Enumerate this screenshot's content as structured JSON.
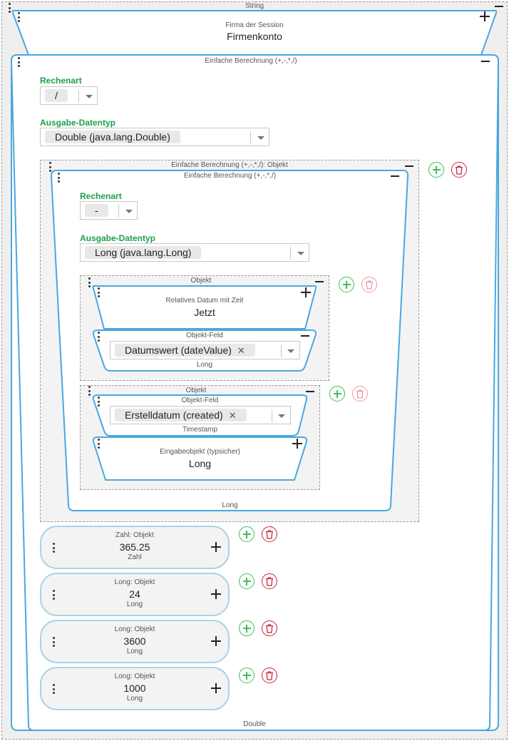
{
  "root": {
    "label": "String",
    "session": {
      "caption": "Firma der Session",
      "value": "Firmenkonto"
    },
    "calc": {
      "label": "Einfache Berechnung (+,-,*,/)",
      "footer": "Double",
      "rechenart_label": "Rechenart",
      "rechenart_value": "/",
      "datatype_label": "Ausgabe-Datentyp",
      "datatype_value": "Double (java.lang.Double)",
      "objekt_wrap": {
        "label": "Einfache Berechnung (+,-,*,/): Objekt",
        "inner": {
          "label": "Einfache Berechnung (+,-,*,/)",
          "footer": "Long",
          "rechenart_label": "Rechenart",
          "rechenart_value": "-",
          "datatype_label": "Ausgabe-Datentyp",
          "datatype_value": "Long (java.lang.Long)",
          "obj1": {
            "label": "Objekt",
            "date_caption": "Relatives Datum mit Zeit",
            "date_value": "Jetzt",
            "field_label": "Objekt-Feld",
            "field_value": "Datumswert (dateValue)",
            "field_type": "Long"
          },
          "obj2": {
            "label": "Objekt",
            "field_label": "Objekt-Feld",
            "field_value": "Erstelldatum (created)",
            "field_type": "Timestamp",
            "input_caption": "Eingabeobjekt (typsicher)",
            "input_value": "Long"
          }
        }
      },
      "pills": [
        {
          "caption": "Zahl: Objekt",
          "value": "365.25",
          "type": "Zahl"
        },
        {
          "caption": "Long: Objekt",
          "value": "24",
          "type": "Long"
        },
        {
          "caption": "Long: Objekt",
          "value": "3600",
          "type": "Long"
        },
        {
          "caption": "Long: Objekt",
          "value": "1000",
          "type": "Long"
        }
      ],
      "remove_glyph": "✕"
    }
  }
}
